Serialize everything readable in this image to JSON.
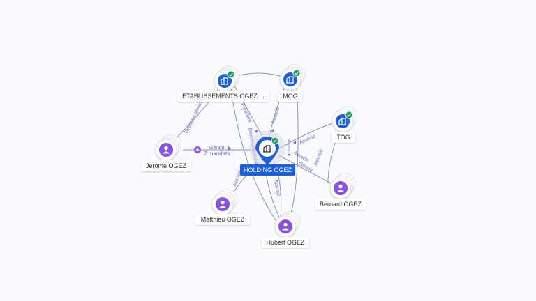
{
  "nodes": [
    {
      "label": "ETABLISSEMENTS OGEZ ...",
      "kind": "company",
      "verified": true
    },
    {
      "label": "MOG",
      "kind": "company",
      "verified": true
    },
    {
      "label": "TOG",
      "kind": "company",
      "verified": true
    },
    {
      "label": "HOLDING OGEZ",
      "kind": "main-company",
      "verified": true
    },
    {
      "label": "Jérôme OGEZ",
      "kind": "person"
    },
    {
      "label": "Matthieu OGEZ",
      "kind": "person"
    },
    {
      "label": "Hubert OGEZ",
      "kind": "person"
    },
    {
      "label": "Bernard OGEZ",
      "kind": "person"
    }
  ],
  "edge_labels": [
    "Directeur général",
    "Président",
    "Directeur Général",
    "Associé",
    "Associé",
    "Associé",
    "Associé",
    "Gérant",
    "Associé",
    "Associé",
    "Associé"
  ],
  "mandate": {
    "role": "Gérant",
    "count": "2 mandats"
  },
  "colors": {
    "company": "#1b5fe0",
    "person": "#8a4fe8",
    "verified": "#17a05a",
    "edge": "#8a90b8",
    "label": "#6a67d6"
  },
  "icons": {
    "company": "building-icon",
    "person": "person-icon",
    "verified": "check-badge-icon"
  }
}
